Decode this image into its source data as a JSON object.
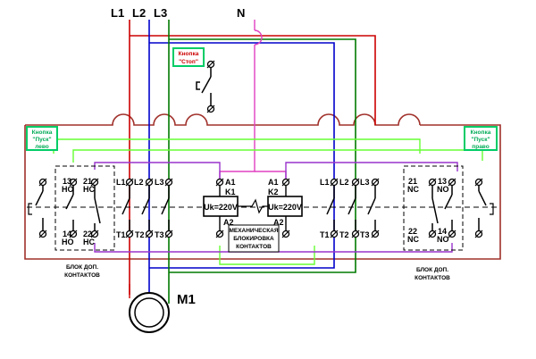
{
  "phases": {
    "l1": "L1",
    "l2": "L2",
    "l3": "L3",
    "n": "N"
  },
  "colors": {
    "l1": "#cc0000",
    "l2": "#0000cc",
    "l3": "#007a00",
    "n": "#e040c0",
    "control": "#66ff33",
    "aux": "#9933cc",
    "dash": "#000000",
    "button": "#00cc66"
  },
  "stop_button": {
    "line1": "Кнопка",
    "line2": "\"Стоп\""
  },
  "start_left": {
    "line1": "Кнопка",
    "line2": "\"Пуск\"",
    "line3": "лево"
  },
  "start_right": {
    "line1": "Кнопка",
    "line2": "\"Пуск\"",
    "line3": "право"
  },
  "contactor_left": {
    "name": "K1",
    "coil": "Uk=220V",
    "a1": "A1",
    "a2": "A2",
    "inputs": [
      "L1",
      "L2",
      "L3"
    ],
    "outputs": [
      "T1",
      "T2",
      "T3"
    ]
  },
  "contactor_right": {
    "name": "K2",
    "coil": "Uk=220V",
    "a1": "A1",
    "a2": "A2",
    "inputs": [
      "L1",
      "L2",
      "L3"
    ],
    "outputs": [
      "T1",
      "T2",
      "T3"
    ]
  },
  "aux_left": {
    "t13": "13",
    "no": "НО",
    "t21": "21",
    "nc": "НС",
    "t14": "14",
    "t22": "22",
    "no2": "НО",
    "nc2": "НС"
  },
  "aux_right": {
    "t21": "21",
    "nc": "NC",
    "t13": "13",
    "no": "NO",
    "t22": "22",
    "nc2": "NC",
    "t14": "14",
    "no2": "NO"
  },
  "interlock": {
    "line1": "МЕХАНИЧЕСКАЯ",
    "line2": "БЛОКИРОВКА",
    "line3": "КОНТАКТОВ"
  },
  "block_left": {
    "line1": "БЛОК ДОП.",
    "line2": "КОНТАКТОВ"
  },
  "block_right": {
    "line1": "БЛОК ДОП.",
    "line2": "КОНТАКТОВ"
  },
  "motor": {
    "label": "M1"
  }
}
